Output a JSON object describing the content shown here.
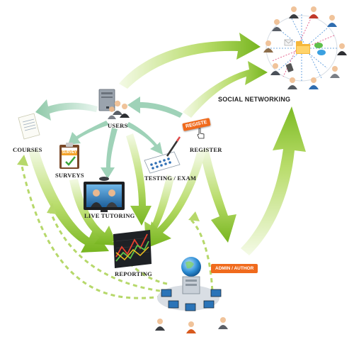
{
  "labels": {
    "users": "USERS",
    "courses": "COURSES",
    "surveys": "SURVEYS",
    "live_tutoring": "LIVE TUTORING",
    "testing_exam": "TESTING / EXAM",
    "register": "REGISTER",
    "reporting": "REPORTING",
    "social_networking": "SOCIAL NETWORKING",
    "admin_author": "ADMIN / AUTHOR",
    "register_button": "REGISTE",
    "survey_tag": "SURVEY"
  },
  "colors": {
    "arrow_green": "#8cc63f",
    "arrow_light": "#e6f4c9",
    "arrow_teal": "#9fd2b8",
    "dash_green": "#b6d86a",
    "accent_orange": "#f06a1c"
  }
}
